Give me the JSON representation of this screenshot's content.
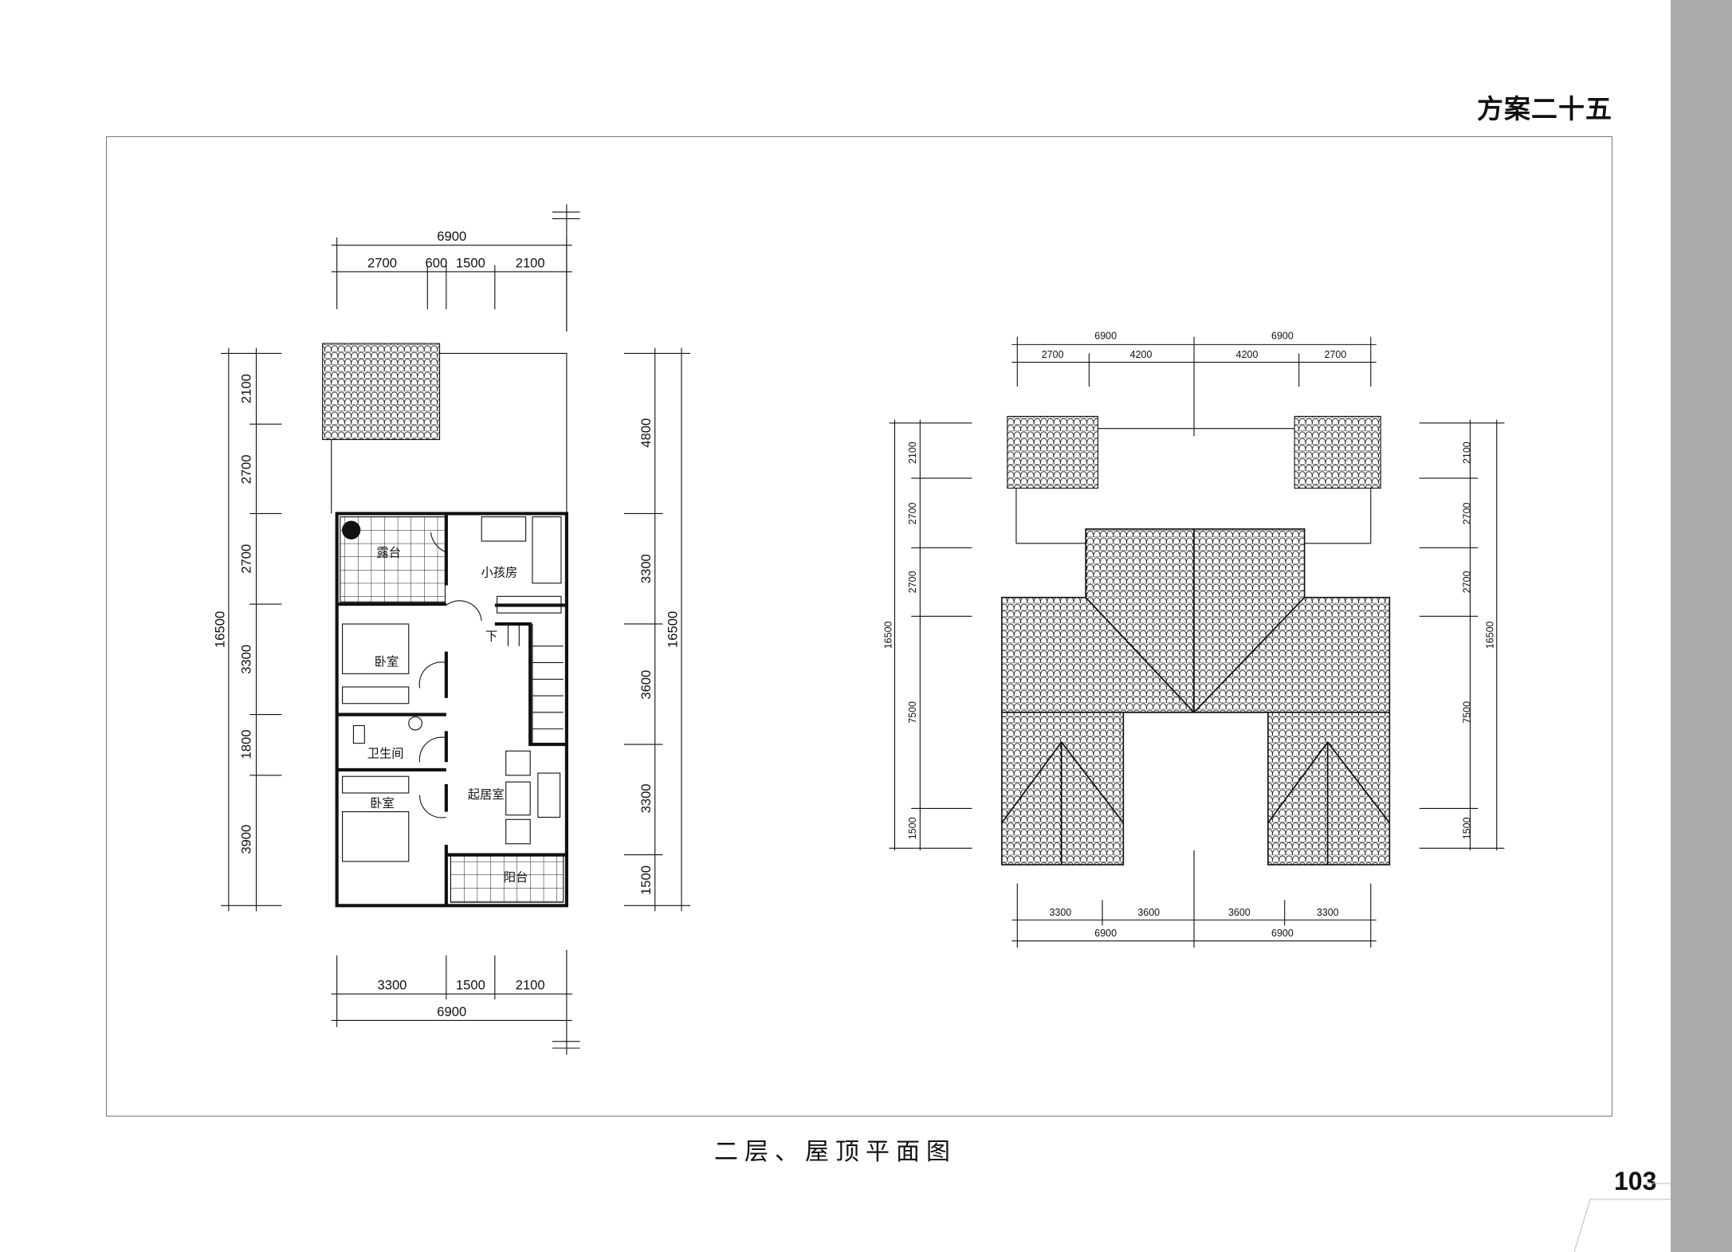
{
  "header": {
    "title": "方案二十五"
  },
  "caption": "二层、屋顶平面图",
  "page_number": "103",
  "second_floor_plan": {
    "rooms": {
      "terrace": "露台",
      "kids_room": "小孩房",
      "bedroom_1": "卧室",
      "bathroom": "卫生间",
      "bedroom_2": "卧室",
      "living_room": "起居室",
      "balcony": "阳台",
      "stair_down": "下"
    },
    "dims_top": {
      "total": "6900",
      "parts": [
        "2700",
        "600",
        "1500",
        "2100"
      ]
    },
    "dims_bottom": {
      "total": "6900",
      "parts": [
        "3300",
        "1500",
        "2100"
      ]
    },
    "dims_left": {
      "total": "16500",
      "parts": [
        "2100",
        "2700",
        "2700",
        "3300",
        "1800",
        "3900"
      ]
    },
    "dims_right": {
      "total": "16500",
      "parts": [
        "4800",
        "3300",
        "3600",
        "3300",
        "1500"
      ]
    }
  },
  "roof_plan": {
    "dims_top": {
      "totals": [
        "6900",
        "6900"
      ],
      "parts": [
        "2700",
        "4200",
        "4200",
        "2700"
      ]
    },
    "dims_bottom": {
      "totals": [
        "6900",
        "6900"
      ],
      "parts": [
        "3300",
        "3600",
        "3600",
        "3300"
      ]
    },
    "dims_left": {
      "total": "16500",
      "parts": [
        "2100",
        "2700",
        "2700",
        "7500",
        "1500"
      ]
    },
    "dims_right": {
      "total": "16500",
      "parts": [
        "2100",
        "2700",
        "2700",
        "7500",
        "1500"
      ]
    }
  },
  "colors": {
    "sidebar": "#aaaaaa",
    "frame": "#777777",
    "ink": "#111111"
  }
}
